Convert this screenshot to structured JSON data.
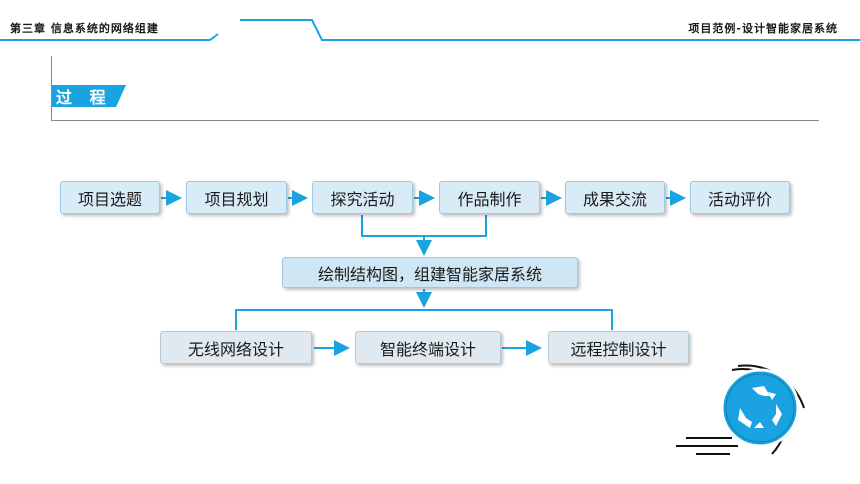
{
  "header": {
    "chapter": "第三章   信息系统的网络组建",
    "case": "项目范例-设计智能家居系统"
  },
  "section": {
    "badge": "过 程"
  },
  "flow": {
    "top": [
      "项目选题",
      "项目规划",
      "探究活动",
      "作品制作",
      "成果交流",
      "活动评价"
    ],
    "middle": "绘制结构图，组建智能家居系统",
    "bottom": [
      "无线网络设计",
      "智能终端设计",
      "远程控制设计"
    ]
  },
  "colors": {
    "accent": "#1aa3e0",
    "box_fill": "#d9ebf6",
    "arrow": "#1aa3e0"
  },
  "icons": {
    "recycle": "recycle-icon"
  }
}
